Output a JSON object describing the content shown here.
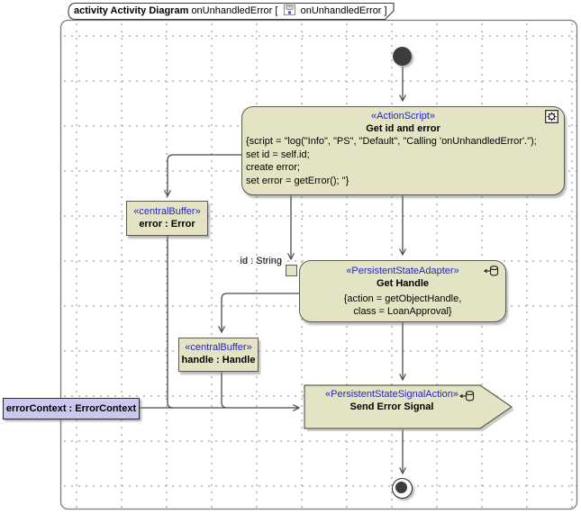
{
  "frame": {
    "kind_label": "activity Activity Diagram",
    "diagram_name": "onUnhandledError [",
    "diagram_ref": "onUnhandledError ]"
  },
  "nodes": {
    "action_script": {
      "stereotype": "«ActionScript»",
      "name": "Get id and error",
      "script_lines": [
        "{script = \"log(\"Info\", \"PS\", \"Default\", \"Calling 'onUnhandledError'.\");",
        "set id = self.id;",
        "create error;",
        "set error = getError(); \"}"
      ]
    },
    "error_buffer": {
      "stereotype": "«centralBuffer»",
      "name": "error : Error"
    },
    "get_handle": {
      "stereotype": "«PersistentStateAdapter»",
      "name": "Get Handle",
      "props": [
        "{action = getObjectHandle,",
        "class = LoanApproval}"
      ]
    },
    "handle_buffer": {
      "stereotype": "«centralBuffer»",
      "name": "handle : Handle"
    },
    "send_signal": {
      "stereotype": "«PersistentStateSignalAction»",
      "name": "Send Error Signal"
    },
    "error_context_param": {
      "label": "errorContext : ErrorContext"
    },
    "input_pin": {
      "label": "id : String"
    }
  },
  "colors": {
    "node_fill": "#e4e4c4",
    "node_border": "#5c5c52",
    "stereotype_text": "#2323cc",
    "param_node_fill": "#c9c9f0",
    "edge": "#4a4a4a",
    "frame_border": "#7a7a7a"
  }
}
